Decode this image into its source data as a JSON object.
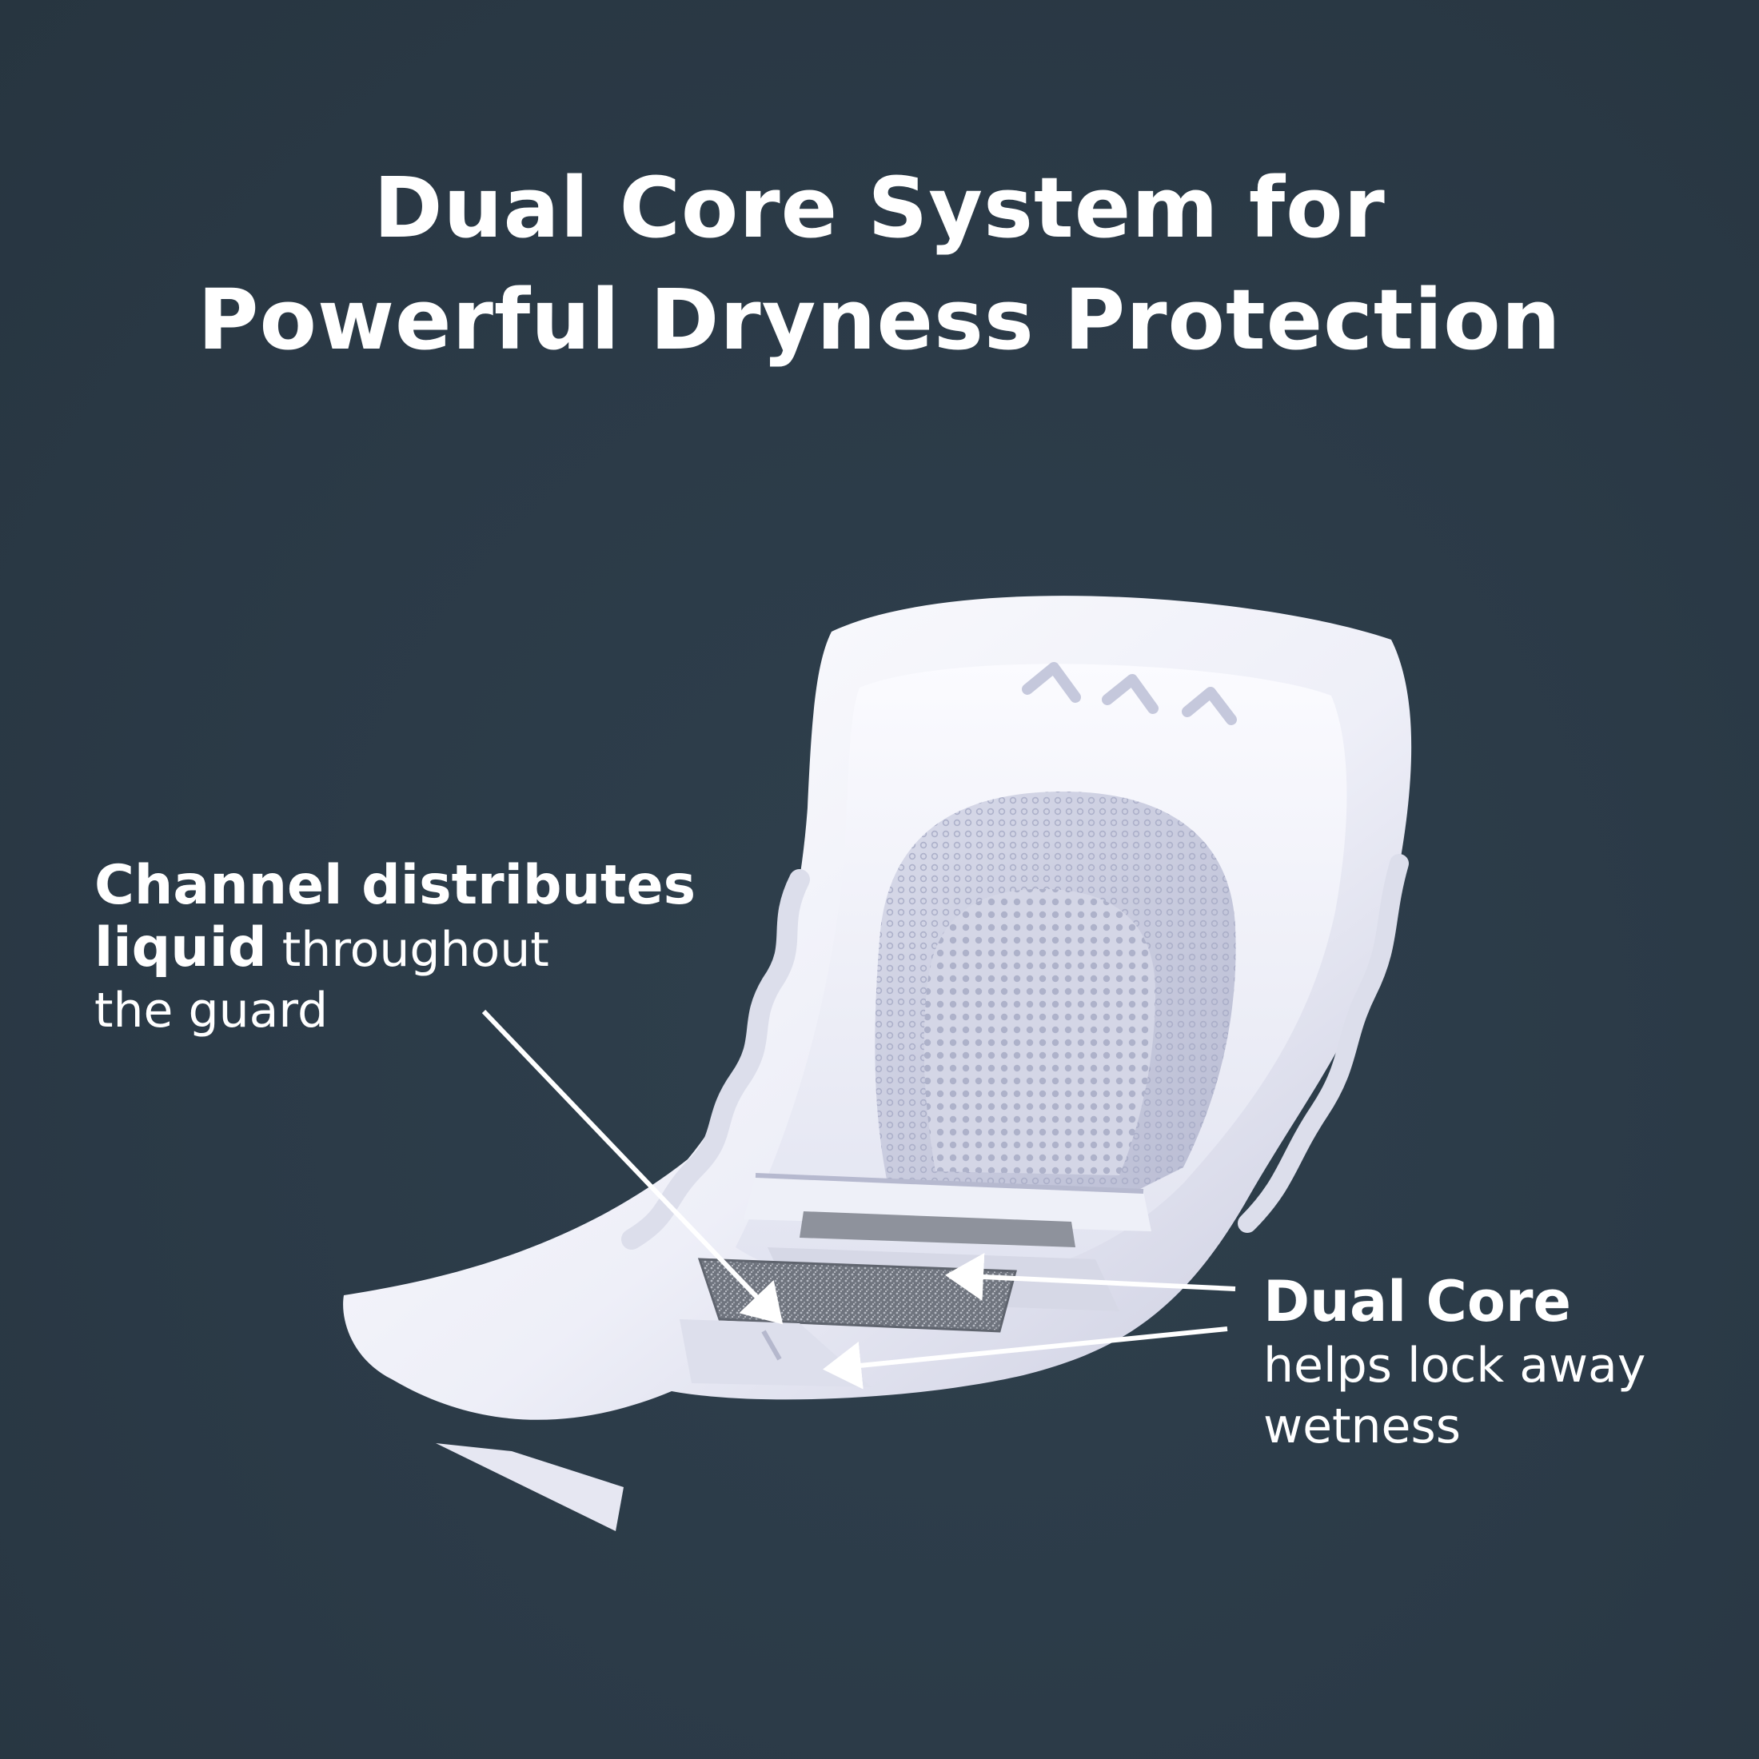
{
  "headline": {
    "line1": "Dual Core System for",
    "line2": "Powerful Dryness Protection"
  },
  "callouts": {
    "channel": {
      "bold_line1": "Channel distributes",
      "bold_line2": "liquid",
      "regular_line2": " throughout",
      "regular_line3": "the guard"
    },
    "dual_core": {
      "bold": "Dual Core",
      "regular_line2": "helps lock away",
      "regular_line3": "wetness"
    }
  },
  "colors": {
    "background": "#2b3b48",
    "text": "#ffffff",
    "pad": "#f4f4fb",
    "pad_shade": "#c9cbe0",
    "core": "#8a8f99"
  }
}
